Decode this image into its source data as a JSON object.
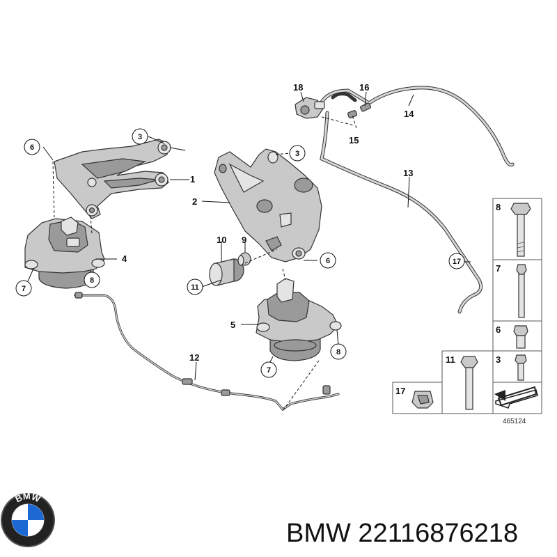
{
  "diagram": {
    "callouts": {
      "c1": "1",
      "c2": "2",
      "c3a": "3",
      "c3b": "3",
      "c4": "4",
      "c5": "5",
      "c6a": "6",
      "c6b": "6",
      "c7a": "7",
      "c7b": "7",
      "c8a": "8",
      "c8b": "8",
      "c9": "9",
      "c10": "10",
      "c11": "11",
      "c12": "12",
      "c13": "13",
      "c14": "14",
      "c15": "15",
      "c16": "16",
      "c17": "17",
      "c18": "18"
    },
    "fastener_table": {
      "cells": [
        "8",
        "7",
        "6",
        "3",
        "11",
        "17"
      ]
    },
    "drawing_number": "465124"
  },
  "footer": {
    "brand_text": "BMW 22116876218",
    "logo_letters": "BMW"
  }
}
